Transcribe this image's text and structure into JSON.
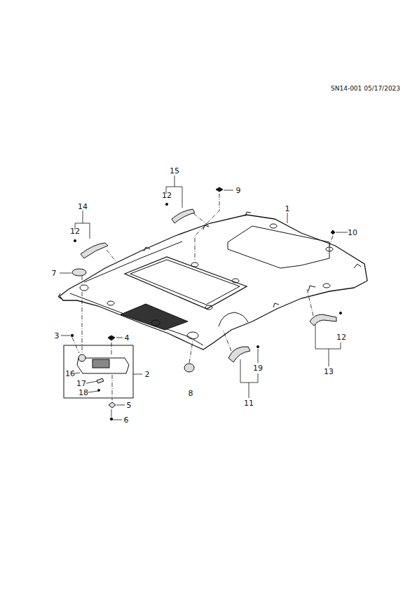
{
  "diagram": {
    "labels": [
      "SN14-001 05/17/2023",
      "15",
      "12",
      "9",
      "1",
      "14",
      "12",
      "10",
      "7",
      "3",
      "4",
      "16",
      "2",
      "17",
      "18",
      "5",
      "6",
      "8",
      "19",
      "11",
      "12",
      "13"
    ]
  }
}
